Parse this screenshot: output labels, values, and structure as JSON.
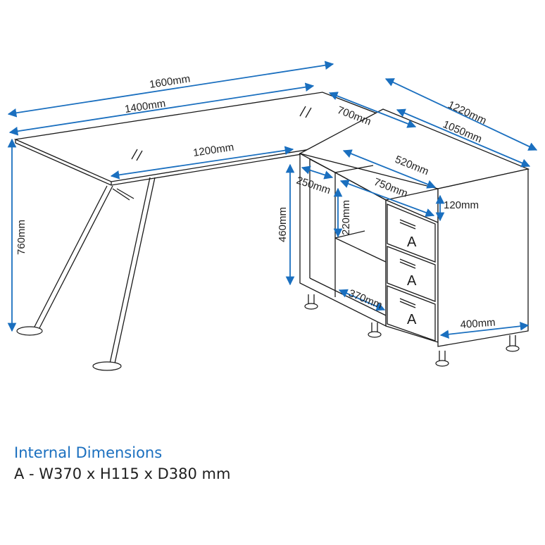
{
  "colors": {
    "dimension": "#1a6fbf",
    "outline": "#1a1a1a",
    "caption_title": "#1a6fbf"
  },
  "dimensions": {
    "d1600": "1600mm",
    "d1400": "1400mm",
    "d700": "700mm",
    "d1220": "1220mm",
    "d1050": "1050mm",
    "d1200": "1200mm",
    "d520": "520mm",
    "d250": "250mm",
    "d750": "750mm",
    "d120": "120mm",
    "d220": "220mm",
    "d460": "460mm",
    "d760": "760mm",
    "d370": "370mm",
    "d400": "400mm"
  },
  "drawer_labels": [
    "A",
    "A",
    "A"
  ],
  "caption": {
    "title": "Internal Dimensions",
    "line": "A - W370 x H115 x D380 mm"
  }
}
